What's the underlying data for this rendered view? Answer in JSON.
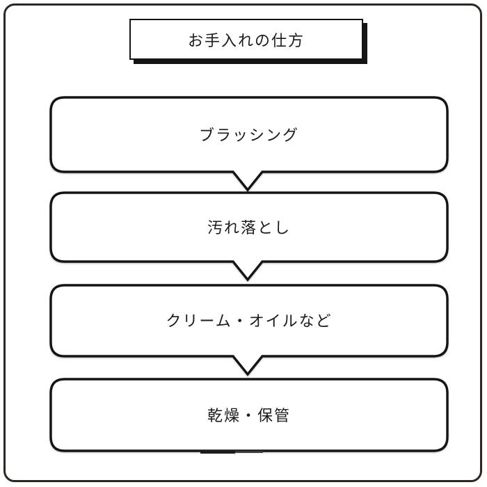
{
  "page": {
    "background": "#ffffff",
    "frame_color": "#2b2620",
    "ink_color": "#141414"
  },
  "title": {
    "label": "お手入れの仕方"
  },
  "steps": [
    {
      "label": "ブラッシング"
    },
    {
      "label": "汚れ落とし"
    },
    {
      "label": "クリーム・オイルなど"
    },
    {
      "label": "乾燥・保管"
    }
  ]
}
